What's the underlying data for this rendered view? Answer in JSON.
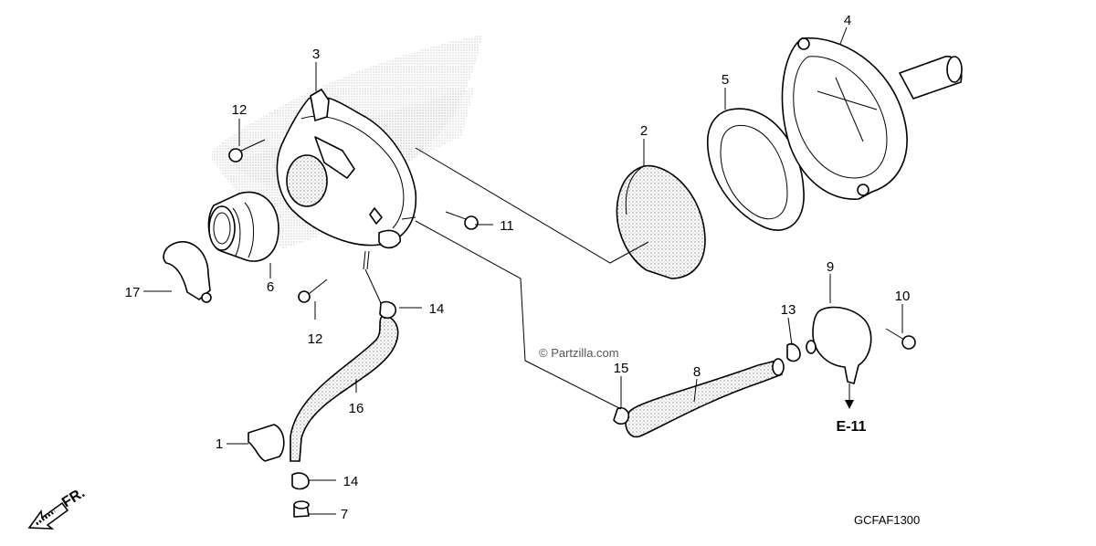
{
  "diagram": {
    "parts": [
      {
        "id": "1",
        "label": "1"
      },
      {
        "id": "2",
        "label": "2"
      },
      {
        "id": "3",
        "label": "3"
      },
      {
        "id": "4",
        "label": "4"
      },
      {
        "id": "5",
        "label": "5"
      },
      {
        "id": "6",
        "label": "6"
      },
      {
        "id": "7",
        "label": "7"
      },
      {
        "id": "8",
        "label": "8"
      },
      {
        "id": "9",
        "label": "9"
      },
      {
        "id": "10",
        "label": "10"
      },
      {
        "id": "11",
        "label": "11"
      },
      {
        "id": "12a",
        "label": "12"
      },
      {
        "id": "12b",
        "label": "12"
      },
      {
        "id": "13",
        "label": "13"
      },
      {
        "id": "14a",
        "label": "14"
      },
      {
        "id": "14b",
        "label": "14"
      },
      {
        "id": "15",
        "label": "15"
      },
      {
        "id": "16",
        "label": "16"
      },
      {
        "id": "17",
        "label": "17"
      }
    ],
    "reference": "E-11",
    "direction_label": "FR.",
    "watermark": "© Partzilla.com",
    "drawing_code": "GCFAF1300"
  }
}
